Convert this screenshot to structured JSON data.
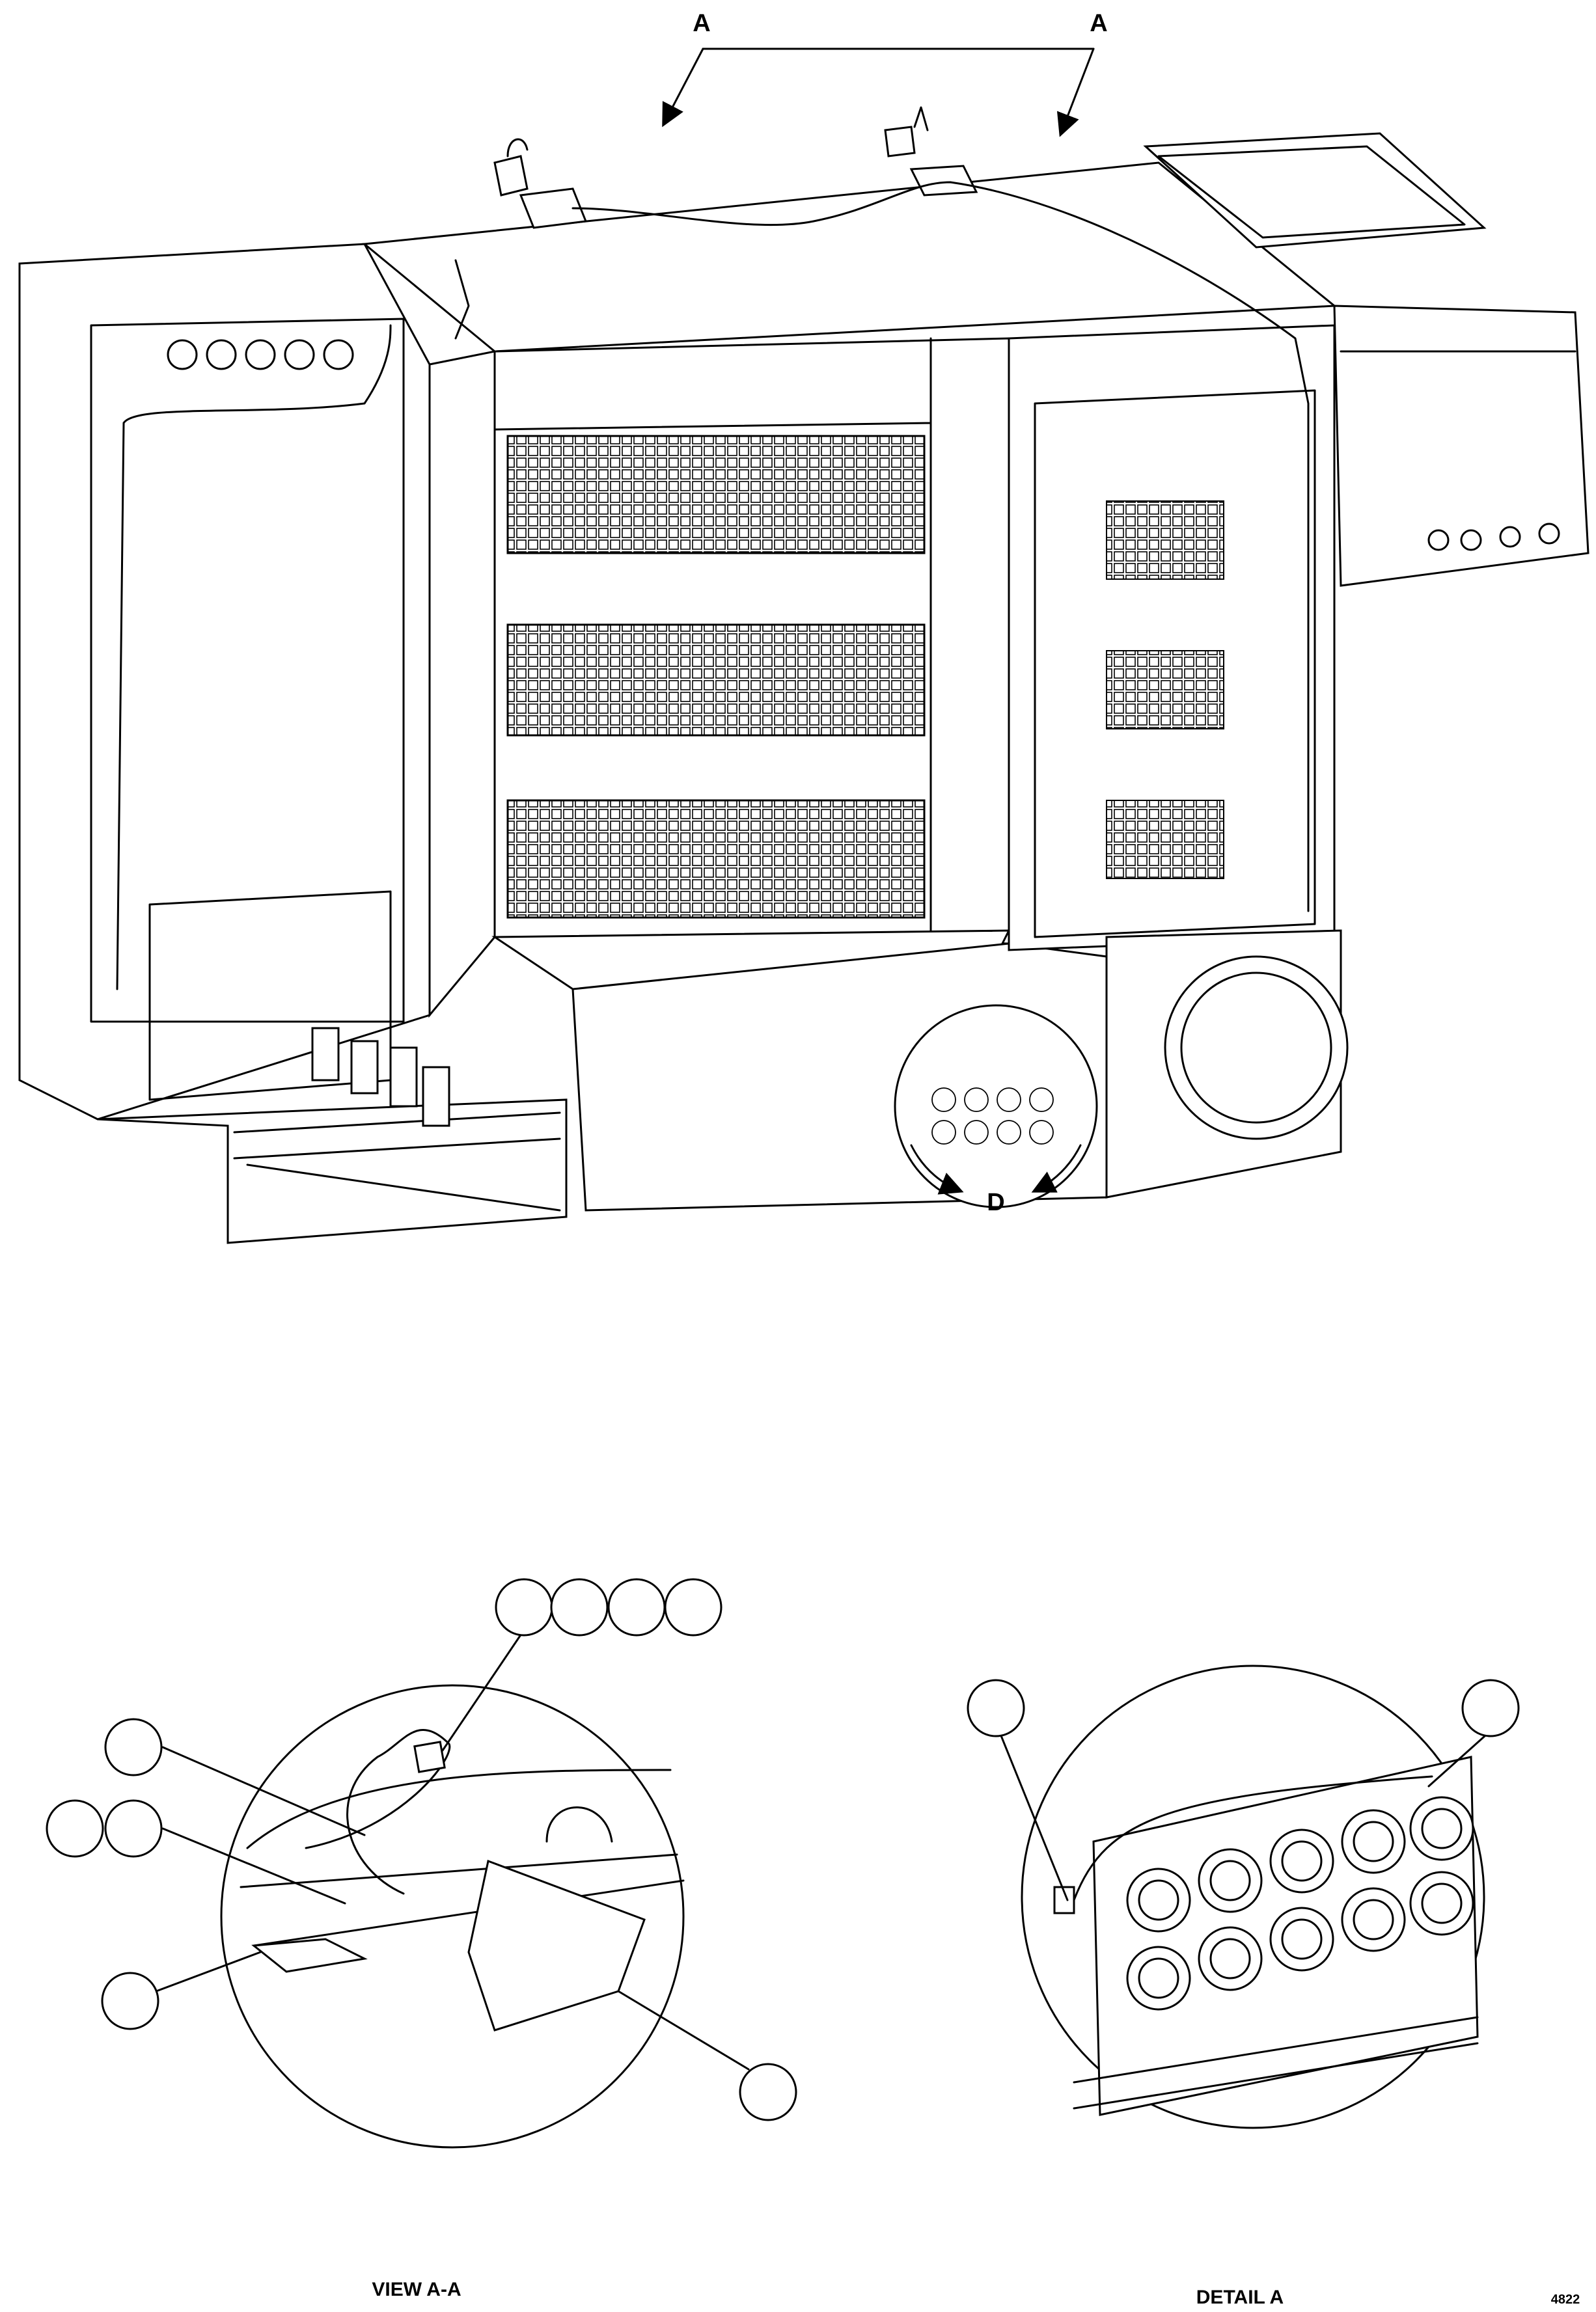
{
  "section_arrows": {
    "left_label": "A",
    "right_label": "A"
  },
  "detail_callout": {
    "label": "D"
  },
  "view_aa": {
    "title": "VIEW A-A",
    "callout_bubble_count": 9
  },
  "detail_a": {
    "title": "DETAIL A",
    "callout_bubble_count": 2
  },
  "sheet_number": "4822"
}
